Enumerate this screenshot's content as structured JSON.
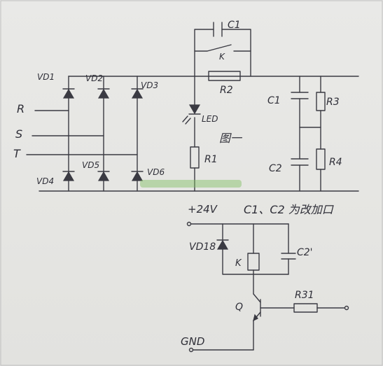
{
  "labels": {
    "capacitor_c1": "C1",
    "relay_contact_k": "K",
    "resistor_r2": "R2",
    "phase_r": "R",
    "phase_s": "S",
    "phase_t": "T",
    "vd1": "VD1",
    "vd2": "VD2",
    "vd3": "VD3",
    "vd4": "VD4",
    "vd5": "VD5",
    "vd6": "VD6",
    "led": "LED",
    "figure_one": "图一",
    "resistor_r1": "R1",
    "capacitor_c1_right": "C1",
    "resistor_r3": "R3",
    "capacitor_c2": "C2",
    "resistor_r4": "R4",
    "supply": "+24V",
    "note": "C1、C2 为改加口",
    "vd18": "VD18",
    "relay_coil_k": "K",
    "capacitor_c2_prime": "C2'",
    "transistor_q": "Q",
    "resistor_r31": "R31",
    "ground": "GND"
  },
  "watermark_color": "#7fbf5f"
}
